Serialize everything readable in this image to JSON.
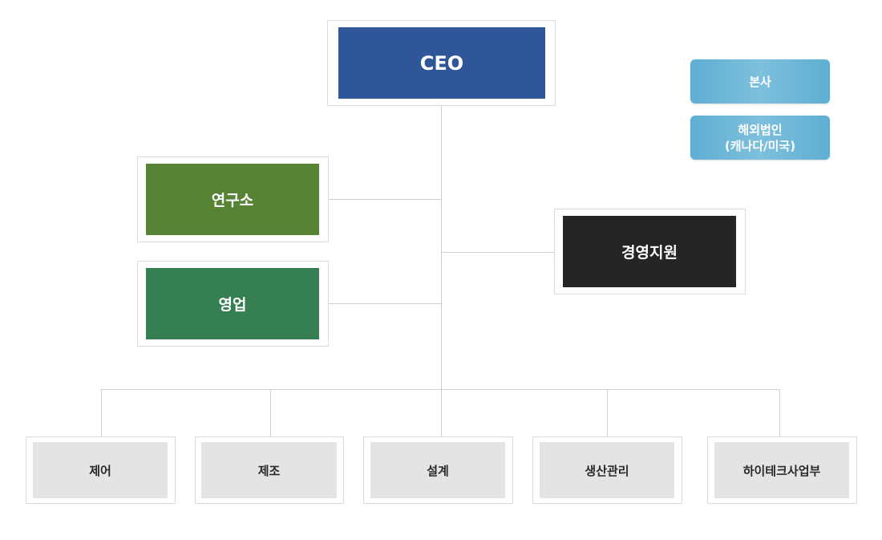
{
  "org_chart": {
    "ceo": "CEO",
    "research_lab": "연구소",
    "sales": "영업",
    "management_support": "경영지원",
    "departments": [
      "제어",
      "제조",
      "설계",
      "생산관리",
      "하이테크사업부"
    ]
  },
  "legend": {
    "headquarters": "본사",
    "overseas_line1": "해외법인",
    "overseas_line2": "(캐나다/미국)"
  },
  "colors": {
    "ceo": "#30569a",
    "research_lab": "#578335",
    "sales": "#357f52",
    "management_support": "#252525",
    "departments": "#e4e4e4",
    "legend": "#6cb6d8",
    "connector": "#cfcfcf"
  }
}
